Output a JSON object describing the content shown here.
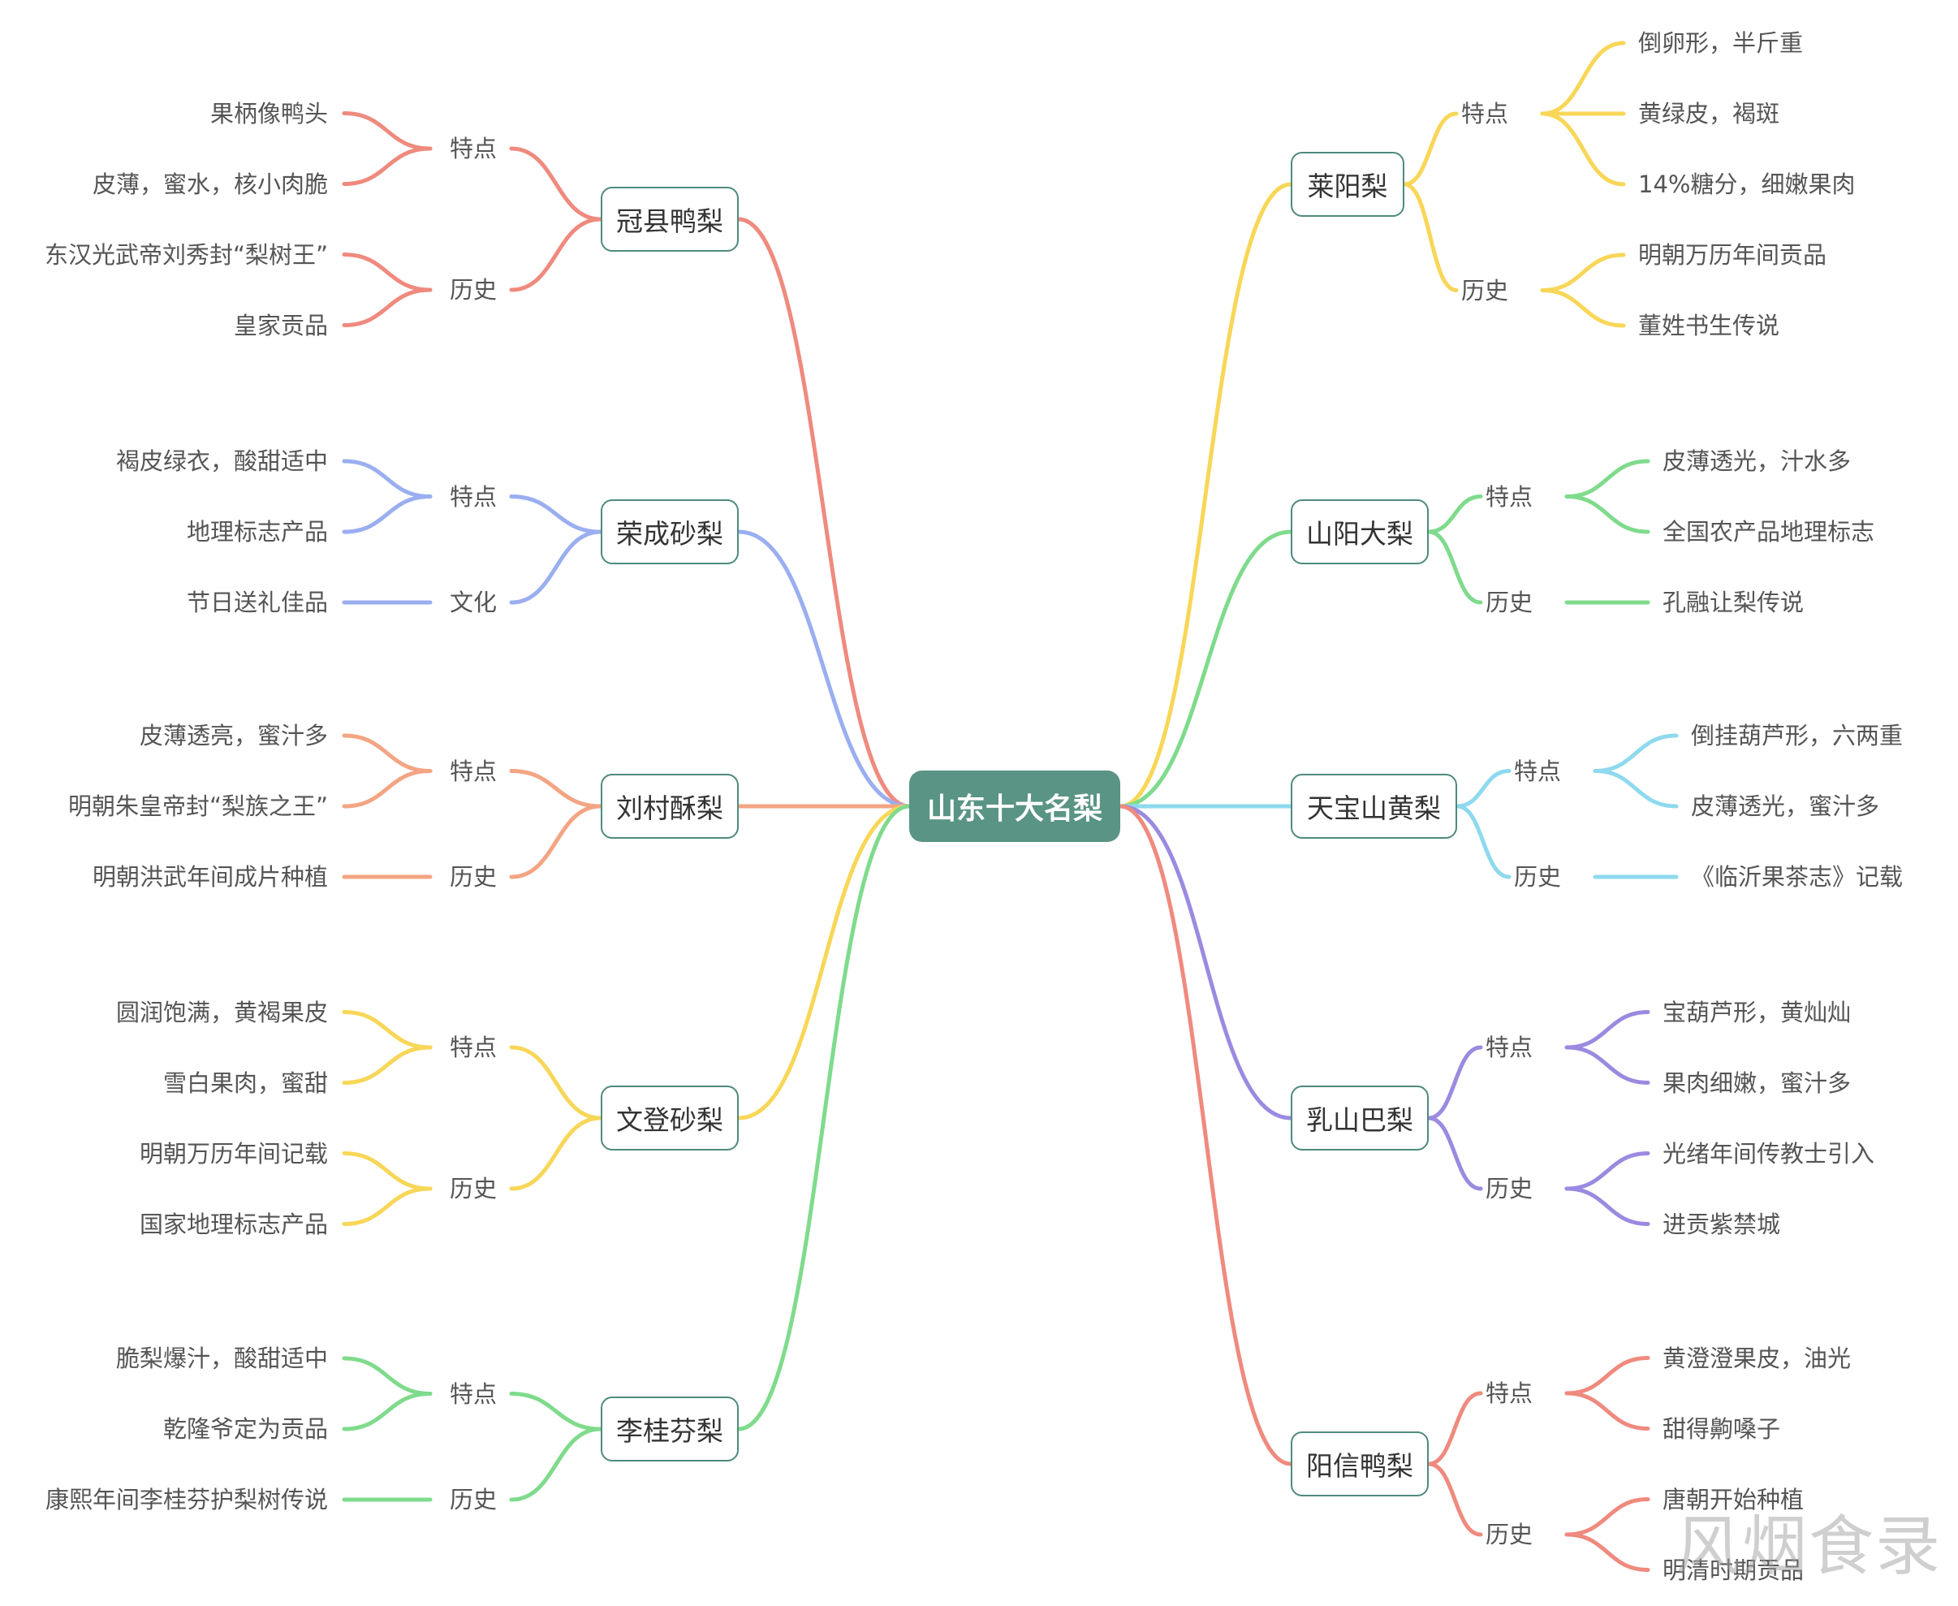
{
  "root": "山东十大名梨",
  "watermark": "风烟食录",
  "left": [
    {
      "name": "冠县鸭梨",
      "color": "#ef8a7e",
      "groups": [
        {
          "label": "特点",
          "items": [
            "果柄像鸭头",
            "皮薄，蜜水，核小肉脆"
          ]
        },
        {
          "label": "历史",
          "items": [
            "东汉光武帝刘秀封“梨树王”",
            "皇家贡品"
          ]
        }
      ]
    },
    {
      "name": "荣成砂梨",
      "color": "#9aaef0",
      "groups": [
        {
          "label": "特点",
          "items": [
            "褐皮绿衣，酸甜适中",
            "地理标志产品"
          ]
        },
        {
          "label": "文化",
          "items": [
            "节日送礼佳品"
          ]
        }
      ]
    },
    {
      "name": "刘村酥梨",
      "color": "#f3a583",
      "groups": [
        {
          "label": "特点",
          "items": [
            "皮薄透亮，蜜汁多",
            "明朝朱皇帝封“梨族之王”"
          ]
        },
        {
          "label": "历史",
          "items": [
            "明朝洪武年间成片种植"
          ]
        }
      ]
    },
    {
      "name": "文登砂梨",
      "color": "#f8d657",
      "groups": [
        {
          "label": "特点",
          "items": [
            "圆润饱满，黄褐果皮",
            "雪白果肉，蜜甜"
          ]
        },
        {
          "label": "历史",
          "items": [
            "明朝万历年间记载",
            "国家地理标志产品"
          ]
        }
      ]
    },
    {
      "name": "李桂芬梨",
      "color": "#7fdb8c",
      "groups": [
        {
          "label": "特点",
          "items": [
            "脆梨爆汁，酸甜适中",
            "乾隆爷定为贡品"
          ]
        },
        {
          "label": "历史",
          "items": [
            "康熙年间李桂芬护梨树传说"
          ]
        }
      ]
    }
  ],
  "right": [
    {
      "name": "莱阳梨",
      "color": "#f8d657",
      "groups": [
        {
          "label": "特点",
          "items": [
            "倒卵形，半斤重",
            "黄绿皮，褐斑",
            "14%糖分，细嫩果肉"
          ]
        },
        {
          "label": "历史",
          "items": [
            "明朝万历年间贡品",
            "董姓书生传说"
          ]
        }
      ]
    },
    {
      "name": "山阳大梨",
      "color": "#7fdb8c",
      "groups": [
        {
          "label": "特点",
          "items": [
            "皮薄透光，汁水多",
            "全国农产品地理标志"
          ]
        },
        {
          "label": "历史",
          "items": [
            "孔融让梨传说"
          ]
        }
      ]
    },
    {
      "name": "天宝山黄梨",
      "color": "#8ed9ee",
      "groups": [
        {
          "label": "特点",
          "items": [
            "倒挂葫芦形，六两重",
            "皮薄透光，蜜汁多"
          ]
        },
        {
          "label": "历史",
          "items": [
            "《临沂果茶志》记载"
          ]
        }
      ]
    },
    {
      "name": "乳山巴梨",
      "color": "#9b8ae0",
      "groups": [
        {
          "label": "特点",
          "items": [
            "宝葫芦形，黄灿灿",
            "果肉细嫩，蜜汁多"
          ]
        },
        {
          "label": "历史",
          "items": [
            "光绪年间传教士引入",
            "进贡紫禁城"
          ]
        }
      ]
    },
    {
      "name": "阳信鸭梨",
      "color": "#ef8a7e",
      "groups": [
        {
          "label": "特点",
          "items": [
            "黄澄澄果皮，油光",
            "甜得齁嗓子"
          ]
        },
        {
          "label": "历史",
          "items": [
            "唐朝开始种植",
            "明清时期贡品"
          ]
        }
      ]
    }
  ]
}
